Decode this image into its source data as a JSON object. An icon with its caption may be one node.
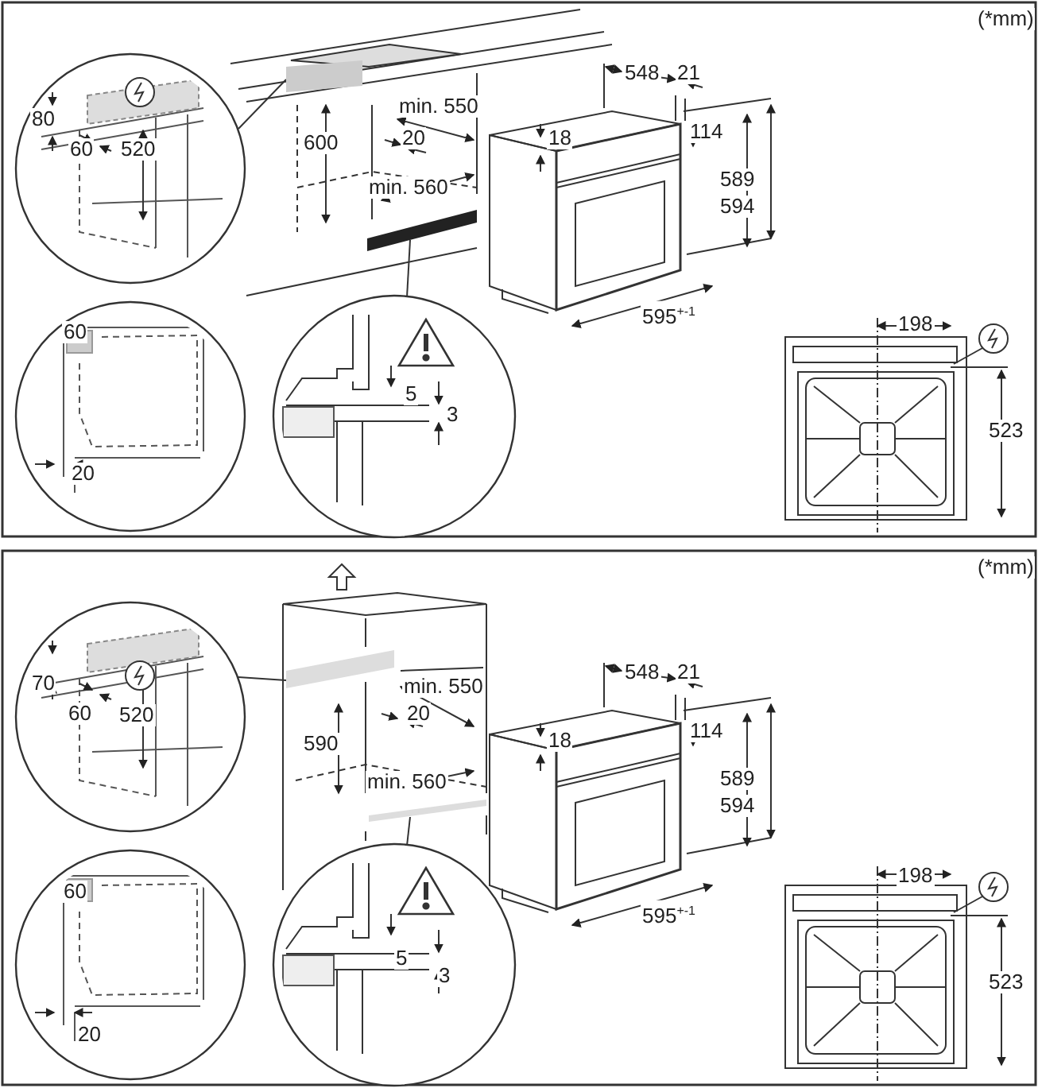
{
  "diagram": {
    "nodes": [
      {
        "text": [],
        "shape": "circle"
      },
      {
        "text": [],
        "shape": "box"
      },
      {
        "text": [],
        "shape": "box"
      },
      {
        "text": [],
        "shape": "circle"
      },
      {
        "text": [],
        "shape": "circle"
      },
      {
        "text": [],
        "shape": "circle"
      },
      {
        "text": [],
        "shape": "box"
      },
      {
        "text": [],
        "shape": "box"
      },
      {
        "text": [],
        "shape": "circle"
      },
      {
        "text": [],
        "shape": "circle"
      }
    ],
    "edges": [
      {
        "from": 0,
        "to": 1,
        "arrow": "none"
      },
      {
        "from": 4,
        "to": 2,
        "arrow": "none"
      },
      {
        "from": 5,
        "to": 6,
        "arrow": "none"
      },
      {
        "from": 9,
        "to": 7,
        "arrow": "none"
      }
    ],
    "labels": [
      "(*mm)",
      "548",
      "21",
      "min. 550",
      "80",
      "114",
      "18",
      "20",
      "600",
      "60",
      "520",
      "589",
      "min. 560",
      "594",
      "595$^{+-1}$",
      "198",
      "60",
      "5",
      "3",
      "523",
      "20",
      "(*mm)",
      "548",
      "21",
      "70",
      "min. 550",
      "60",
      "520",
      "20",
      "114",
      "18",
      "590",
      "589",
      "min. 560",
      "594",
      "198",
      "60",
      "595$^{+-1}$",
      "5",
      "3",
      "523",
      "20"
    ]
  }
}
